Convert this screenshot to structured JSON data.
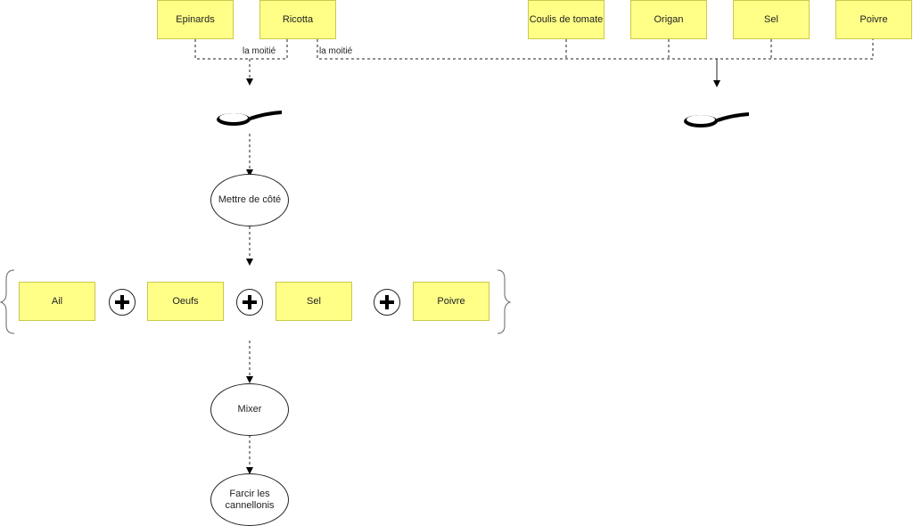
{
  "top_left": {
    "ingredients": [
      "Epinards",
      "Ricotta"
    ]
  },
  "top_right": {
    "ingredients": [
      "Coulis de tomate",
      "Origan",
      "Sel",
      "Poivre"
    ]
  },
  "edge_labels": {
    "left": "la moitié",
    "right": "la moitié"
  },
  "icons": {
    "pan": "frying-pan-icon",
    "plus": "plus-icon"
  },
  "steps": {
    "set_aside": "Mettre de côté",
    "mix": "Mixer",
    "stuff": "Farcir les cannellonis"
  },
  "row": {
    "ingredients": [
      "Ail",
      "Oeufs",
      "Sel",
      "Poivre"
    ]
  },
  "colors": {
    "box_fill": "#ffff88",
    "line": "#222222"
  }
}
